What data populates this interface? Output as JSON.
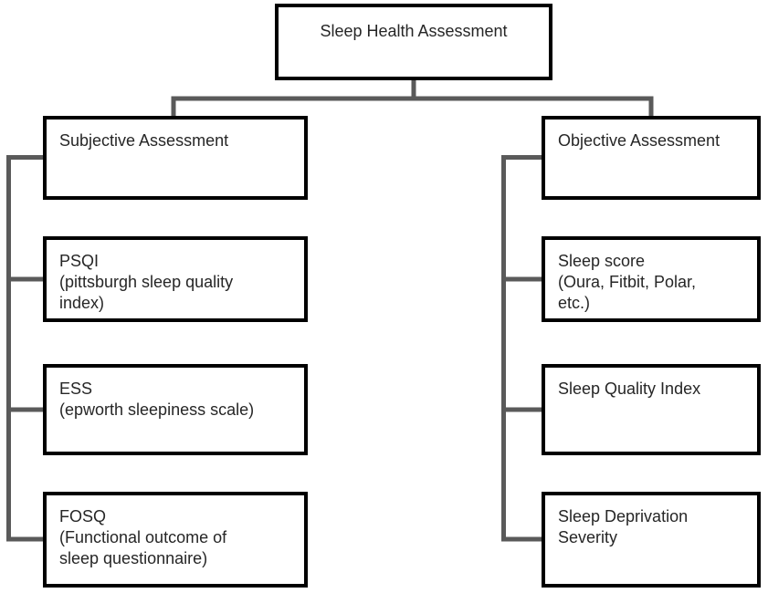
{
  "colors": {
    "background": "#ffffff",
    "box_border": "#000000",
    "connector": "#5a5a5a",
    "text": "#262626"
  },
  "diagram": {
    "root": {
      "text": "Sleep Health Assessment"
    },
    "left_branch": {
      "header": {
        "text": "Subjective Assessment"
      },
      "items": [
        {
          "text": "PSQI\n(pittsburgh sleep quality\nindex)"
        },
        {
          "text": "ESS\n(epworth sleepiness scale)"
        },
        {
          "text": "FOSQ\n(Functional outcome of\nsleep questionnaire)"
        }
      ]
    },
    "right_branch": {
      "header": {
        "text": "Objective Assessment"
      },
      "items": [
        {
          "text": "Sleep score\n(Oura,  Fitbit, Polar,\netc.)"
        },
        {
          "text": "Sleep Quality Index"
        },
        {
          "text": "Sleep Deprivation\nSeverity"
        }
      ]
    }
  }
}
